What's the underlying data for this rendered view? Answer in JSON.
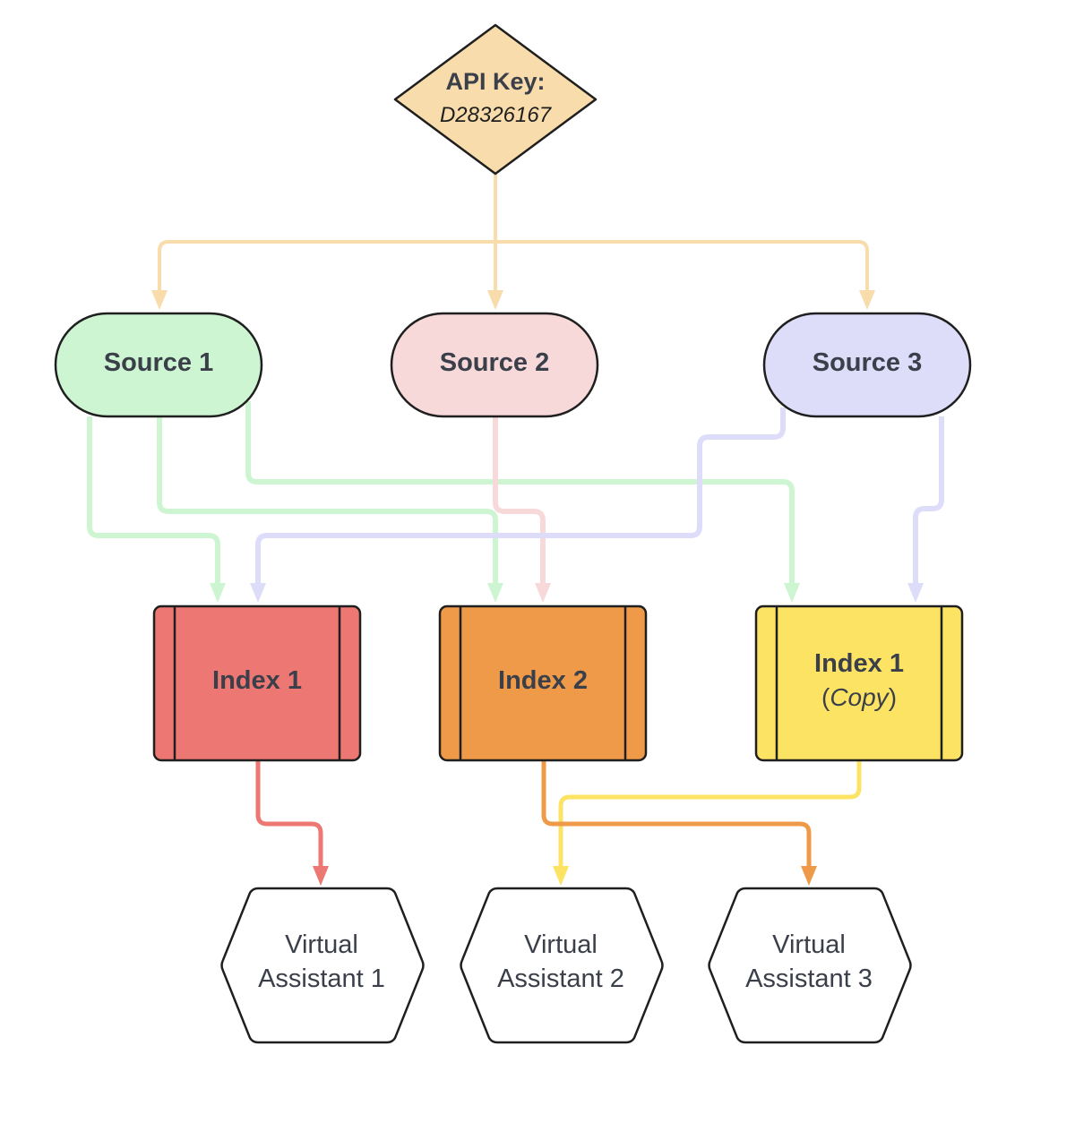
{
  "api_key": {
    "label": "API Key:",
    "value": "D28326167",
    "fill": "#F8DCAB",
    "connector_color": "#F8DCAB"
  },
  "sources": [
    {
      "label": "Source 1",
      "fill": "#CDF5D2",
      "line_color": "#CDF5D2"
    },
    {
      "label": "Source 2",
      "fill": "#F7D9DA",
      "line_color": "#F7D9DA"
    },
    {
      "label": "Source 3",
      "fill": "#DDDCF9",
      "line_color": "#DDDCF9"
    }
  ],
  "indexes": [
    {
      "label": "Index 1",
      "note": "",
      "fill": "#ED7772",
      "line_color": "#ED7772"
    },
    {
      "label": "Index 2",
      "note": "",
      "fill": "#EF9A48",
      "line_color": "#EF9A48"
    },
    {
      "label": "Index 1",
      "note_open": "(",
      "note": "Copy",
      "note_close": ")",
      "fill": "#FCE363",
      "line_color": "#FCE363"
    }
  ],
  "assistants": [
    {
      "line1": "Virtual",
      "line2": "Assistant 1"
    },
    {
      "line1": "Virtual",
      "line2": "Assistant 2"
    },
    {
      "line1": "Virtual",
      "line2": "Assistant 3"
    }
  ],
  "colors": {
    "outline": "#1F1F1F",
    "text": "#3A3F4A"
  }
}
